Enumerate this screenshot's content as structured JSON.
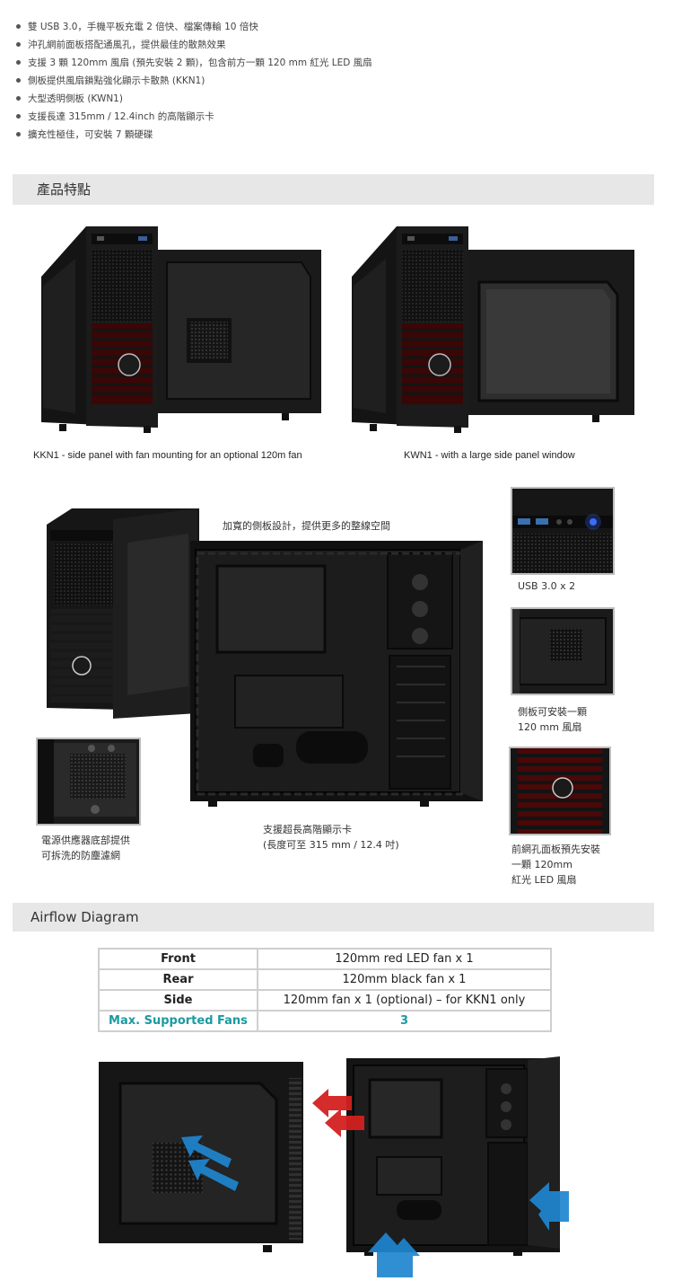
{
  "features": [
    "雙 USB 3.0，手機平板充電 2 倍快、檔案傳輸 10 倍快",
    "沖孔網前面板搭配通風孔，提供最佳的散熱效果",
    "支援 3 顆 120mm 風扇 (預先安裝 2 顆)，包含前方一顆 120 mm 紅光 LED 風扇",
    "側板提供風扇鎖點強化顯示卡散熱 (KKN1)",
    "大型透明側板 (KWN1)",
    "支援長達 315mm / 12.4inch 的高階顯示卡",
    "擴充性極佳，可安裝 7 顆硬碟"
  ],
  "sections": {
    "features_title": "產品特點",
    "airflow_title": "Airflow Diagram"
  },
  "products": {
    "kkn1_caption": "KKN1 - side panel with fan mounting for an optional 120m fan",
    "kwn1_caption": "KWN1 - with a large side panel window"
  },
  "details": {
    "side_design": "加寬的側板設計，提供更多的整線空間",
    "usb": "USB 3.0 x 2",
    "side_fan_1": "側板可安裝一顆",
    "side_fan_2": "120 mm 風扇",
    "psu_1": "電源供應器底部提供",
    "psu_2": "可拆洗的防塵濾網",
    "gpu_1": "支援超長高階顯示卡",
    "gpu_2": "(長度可至 315 mm / 12.4 吋)",
    "front_1": "前網孔面板預先安裝",
    "front_2": "一顆 120mm",
    "front_3": "紅光 LED 風扇"
  },
  "airflow_table": [
    {
      "key": "Front",
      "value": "120mm red LED fan x 1"
    },
    {
      "key": "Rear",
      "value": "120mm black fan x 1"
    },
    {
      "key": "Side",
      "value": "120mm fan x 1 (optional) – for KKN1 only"
    },
    {
      "key": "Max. Supported Fans",
      "value": "3"
    }
  ],
  "colors": {
    "highlight": "#1a9aa0",
    "arrow_red": "#d42020",
    "arrow_blue": "#1f86d0",
    "led_red": "#b01010"
  }
}
